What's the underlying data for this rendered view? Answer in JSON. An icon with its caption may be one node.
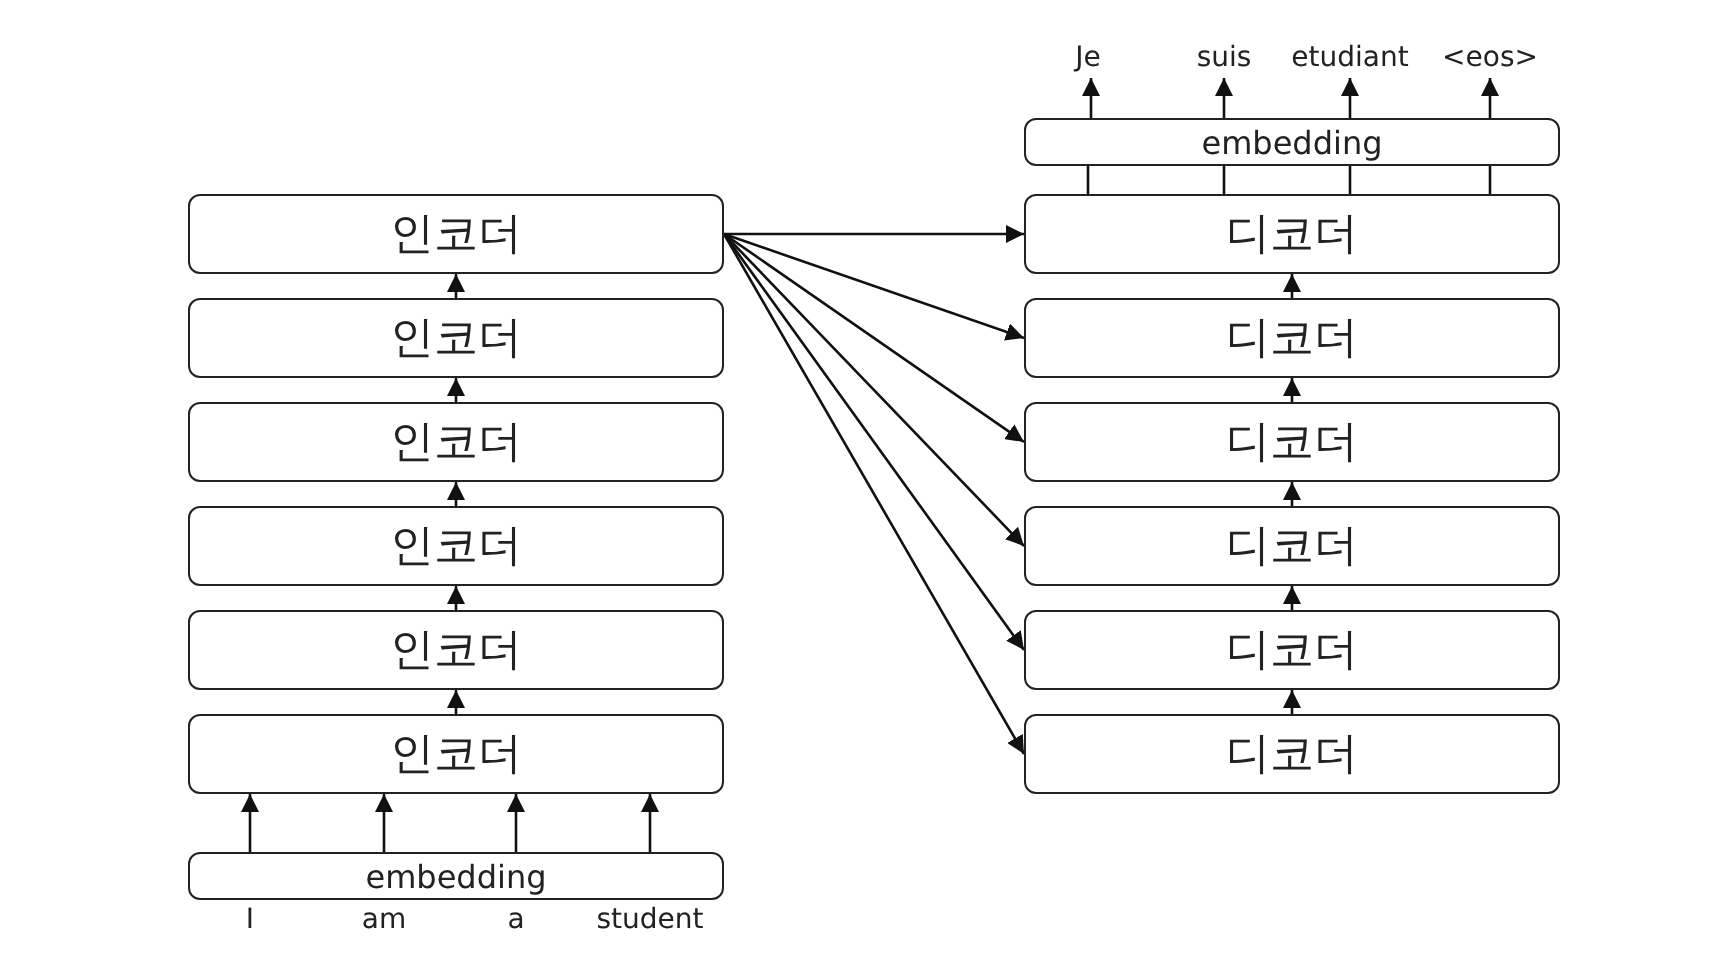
{
  "diagram": {
    "nodes": [
      {
        "text": [
          "Je"
        ]
      },
      {
        "text": [
          "suis"
        ]
      },
      {
        "text": [
          "etudiant"
        ]
      },
      {
        "text": [
          "<eos>"
        ]
      },
      {
        "text": [
          "embedding"
        ]
      },
      {
        "text": [
          "인코더"
        ]
      },
      {
        "text": [
          "인코더"
        ]
      },
      {
        "text": [
          "인코더"
        ]
      },
      {
        "text": [
          "인코더"
        ]
      },
      {
        "text": [
          "인코더"
        ]
      },
      {
        "text": [
          "인코더"
        ]
      },
      {
        "text": [
          "디코더"
        ]
      },
      {
        "text": [
          "디코더"
        ]
      },
      {
        "text": [
          "디코더"
        ]
      },
      {
        "text": [
          "디코더"
        ]
      },
      {
        "text": [
          "디코더"
        ]
      },
      {
        "text": [
          "디코더"
        ]
      },
      {
        "text": [
          "embedding"
        ]
      }
    ],
    "edges": [
      {
        "from": 4,
        "to": 0,
        "arrow": "to"
      },
      {
        "from": 4,
        "to": 1,
        "arrow": "to"
      },
      {
        "from": 4,
        "to": 2,
        "arrow": "to"
      },
      {
        "from": 4,
        "to": 3,
        "arrow": "to"
      },
      {
        "from": 11,
        "to": 4,
        "arrow": "none"
      },
      {
        "from": 11,
        "to": 4,
        "arrow": "none"
      },
      {
        "from": 11,
        "to": 4,
        "arrow": "none"
      },
      {
        "from": 11,
        "to": 4,
        "arrow": "none"
      },
      {
        "from": 6,
        "to": 5,
        "arrow": "to"
      },
      {
        "from": 7,
        "to": 6,
        "arrow": "to"
      },
      {
        "from": 8,
        "to": 7,
        "arrow": "to"
      },
      {
        "from": 9,
        "to": 8,
        "arrow": "to"
      },
      {
        "from": 10,
        "to": 9,
        "arrow": "to"
      },
      {
        "from": 12,
        "to": 11,
        "arrow": "to"
      },
      {
        "from": 13,
        "to": 12,
        "arrow": "to"
      },
      {
        "from": 14,
        "to": 13,
        "arrow": "to"
      },
      {
        "from": 15,
        "to": 14,
        "arrow": "to"
      },
      {
        "from": 16,
        "to": 15,
        "arrow": "to"
      },
      {
        "from": 5,
        "to": 11,
        "arrow": "to"
      },
      {
        "from": 5,
        "to": 12,
        "arrow": "to"
      },
      {
        "from": 5,
        "to": 13,
        "arrow": "to"
      },
      {
        "from": 5,
        "to": 14,
        "arrow": "to"
      },
      {
        "from": 5,
        "to": 15,
        "arrow": "to"
      },
      {
        "from": 5,
        "to": 16,
        "arrow": "to"
      },
      {
        "from": 17,
        "to": 10,
        "arrow": "to"
      },
      {
        "from": 17,
        "to": 10,
        "arrow": "to"
      },
      {
        "from": 17,
        "to": 10,
        "arrow": "to"
      },
      {
        "from": 17,
        "to": 10,
        "arrow": "to"
      }
    ],
    "labels": [
      "I",
      "am",
      "a",
      "student"
    ]
  }
}
